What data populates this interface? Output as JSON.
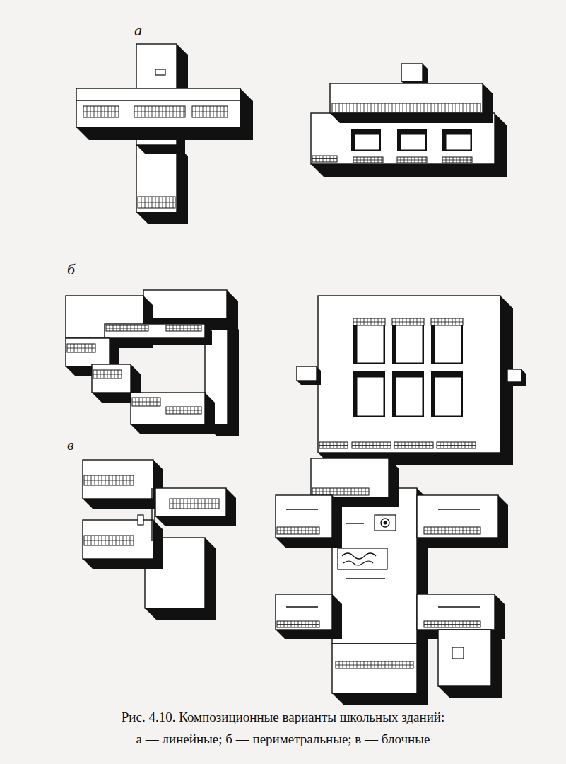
{
  "diagram": {
    "caption": "Рис. 4.10. Композиционные варианты школьных зданий:",
    "labels": [
      "а",
      "б",
      "в",
      "а — линейные; б — периметральные; в — блочные"
    ]
  }
}
